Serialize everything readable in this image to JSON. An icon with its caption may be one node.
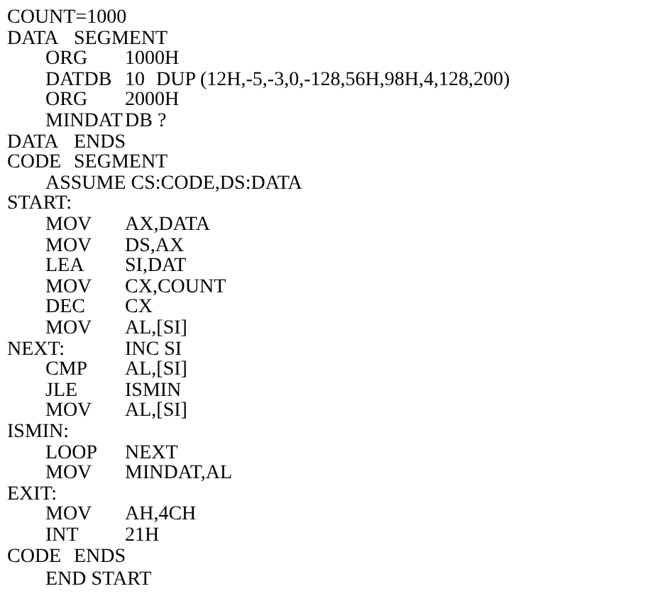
{
  "diagram": {
    "labels": [
      "COUNT=1000",
      "DATA",
      "SEGMENT",
      "ORG",
      "1000H",
      "DATDB",
      "10",
      "DUP (12H,-5,-3,0,-128,56H,98H,4,128,200)",
      "ORG",
      "2000H",
      "MINDAT",
      "DB ?",
      "DATA",
      "ENDS",
      "CODE",
      "SEGMENT",
      "ASSUME CS:CODE,DS:DATA",
      "START:",
      "MOV",
      "AX,DATA",
      "MOV",
      "DS,AX",
      "LEA",
      "SI,DAT",
      "MOV",
      "CX,COUNT",
      "DEC",
      "CX",
      "MOV",
      "AL,[SI]",
      "NEXT:",
      "INC SI",
      "CMP",
      "AL,[SI]",
      "JLE",
      "ISMIN",
      "MOV",
      "AL,[SI]",
      "ISMIN:",
      "LOOP",
      "NEXT",
      "MOV",
      "MINDAT,AL",
      "EXIT:",
      "MOV",
      "AH,4CH",
      "INT",
      "21H",
      "CODE",
      "ENDS",
      "END START"
    ]
  }
}
